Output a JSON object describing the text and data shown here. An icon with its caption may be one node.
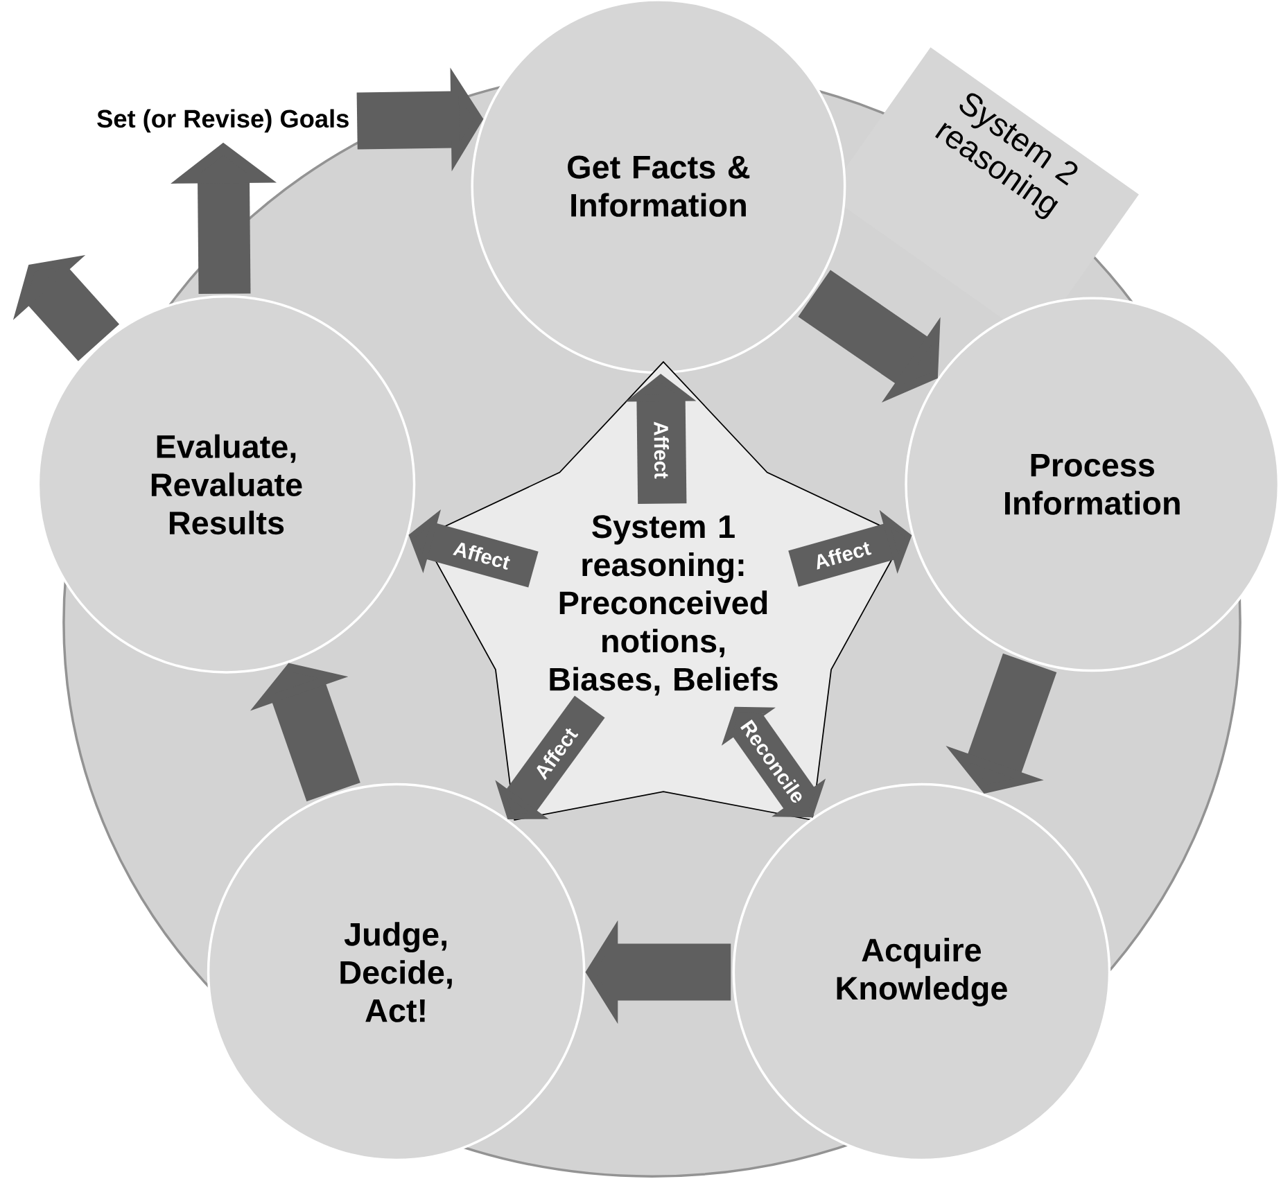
{
  "diagram": {
    "nodes": [
      {
        "text": [
          "Set (or Revise) Goals"
        ]
      },
      {
        "text": [
          "Get Facts & Information"
        ]
      },
      {
        "text": [
          "System 2 reasoning"
        ]
      },
      {
        "text": [
          "Evaluate, Revaluate Results"
        ]
      },
      {
        "text": [
          "Process Information"
        ]
      },
      {
        "text": [
          "System 1 reasoning: Preconceived notions, Biases, Beliefs"
        ]
      },
      {
        "text": [
          "Judge, Decide, Act!"
        ]
      },
      {
        "text": [
          "Acquire Knowledge"
        ]
      }
    ],
    "edges": [
      {
        "from": 0,
        "to": 1,
        "arrow": "to"
      },
      {
        "from": 1,
        "to": 4,
        "arrow": "to"
      },
      {
        "from": 4,
        "to": 7,
        "arrow": "to"
      },
      {
        "from": 7,
        "to": 6,
        "arrow": "to"
      },
      {
        "from": 6,
        "to": 3,
        "arrow": "to"
      },
      {
        "from": 3,
        "to": 0,
        "arrow": "to"
      },
      {
        "from": 3,
        "to": null,
        "arrow": "to"
      },
      {
        "from": 5,
        "to": 1,
        "arrow": "to",
        "label": "Affect"
      },
      {
        "from": 5,
        "to": 4,
        "arrow": "to",
        "label": "Affect"
      },
      {
        "from": 5,
        "to": 3,
        "arrow": "to",
        "label": "Affect"
      },
      {
        "from": 5,
        "to": 6,
        "arrow": "to",
        "label": "Affect"
      },
      {
        "from": 5,
        "to": 7,
        "arrow": "both",
        "label": "Reconcile"
      }
    ]
  }
}
